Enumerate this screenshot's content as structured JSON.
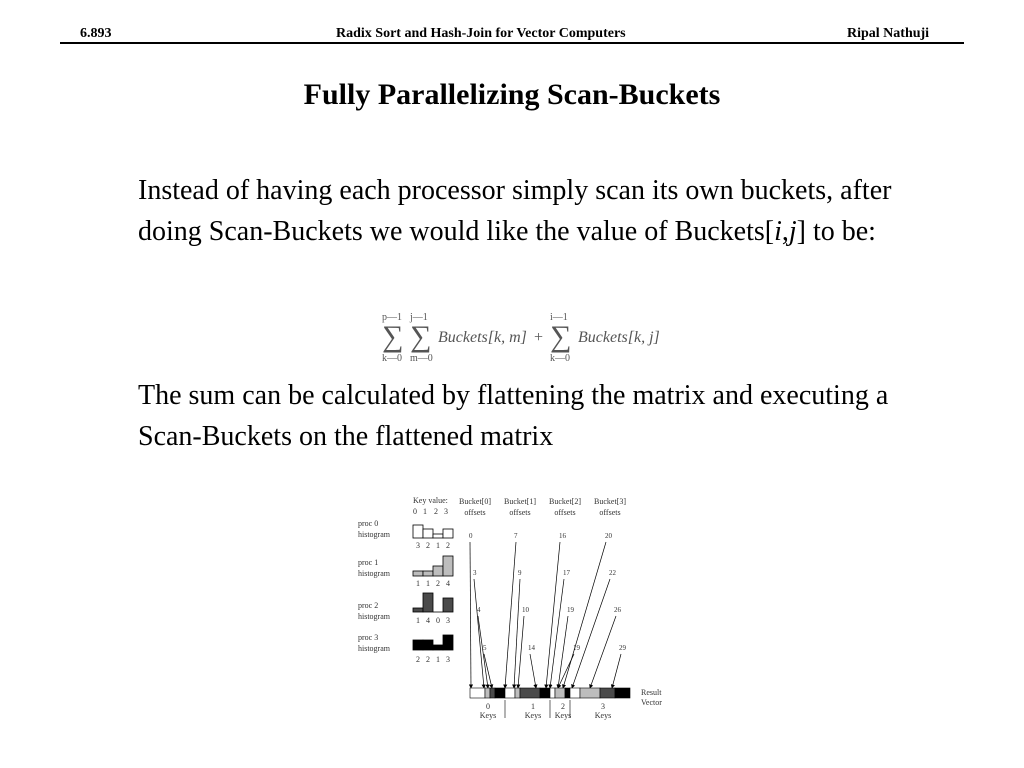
{
  "header": {
    "course": "6.893",
    "topic": "Radix Sort and Hash-Join for Vector Computers",
    "author": "Ripal Nathuji"
  },
  "slide": {
    "title": "Fully Parallelizing Scan-Buckets",
    "para1_a": "Instead of having each processor simply scan its own buckets, after doing Scan-Buckets we would like the value of Buckets[",
    "para1_i": "i",
    "para1_sep": ",",
    "para1_j": "j",
    "para1_b": "] to be:",
    "para2": "The sum can be calculated by flattening the matrix and executing a Scan-Buckets on the flattened matrix"
  },
  "formula": {
    "sum1_upper": "p—1",
    "sum1_lower": "k—0",
    "sum2_upper": "j—1",
    "sum2_lower": "m—0",
    "term1": "Buckets[k, m]",
    "plus": "+",
    "sum3_upper": "i—1",
    "sum3_lower": "k—0",
    "term2": "Buckets[k, j]"
  },
  "diagram": {
    "key_value_label": "Key value:",
    "key_values": [
      "0",
      "1",
      "2",
      "3"
    ],
    "bucket_headers": [
      {
        "name": "Bucket[0]",
        "sub": "offsets"
      },
      {
        "name": "Bucket[1]",
        "sub": "offsets"
      },
      {
        "name": "Bucket[2]",
        "sub": "offsets"
      },
      {
        "name": "Bucket[3]",
        "sub": "offsets"
      }
    ],
    "procs": [
      {
        "name": "proc 0",
        "sub": "histogram",
        "counts": [
          "3",
          "2",
          "1",
          "2"
        ],
        "fill": "#ffffff"
      },
      {
        "name": "proc 1",
        "sub": "histogram",
        "counts": [
          "1",
          "1",
          "2",
          "4"
        ],
        "fill": "#bdbdbd"
      },
      {
        "name": "proc 2",
        "sub": "histogram",
        "counts": [
          "1",
          "4",
          "0",
          "3"
        ],
        "fill": "#4a4a4a"
      },
      {
        "name": "proc 3",
        "sub": "histogram",
        "counts": [
          "2",
          "2",
          "1",
          "3"
        ],
        "fill": "#000000"
      }
    ],
    "offsets": [
      [
        "0",
        "7",
        "16",
        "20"
      ],
      [
        "3",
        "9",
        "17",
        "22"
      ],
      [
        "4",
        "10",
        "19",
        "26"
      ],
      [
        "5",
        "14",
        "19",
        "29"
      ]
    ],
    "result_label_1": "Result",
    "result_label_2": "Vector",
    "key_groups": [
      {
        "num": "0",
        "word": "Keys"
      },
      {
        "num": "1",
        "word": "Keys"
      },
      {
        "num": "2",
        "word": "Keys"
      },
      {
        "num": "3",
        "word": "Keys"
      }
    ]
  }
}
